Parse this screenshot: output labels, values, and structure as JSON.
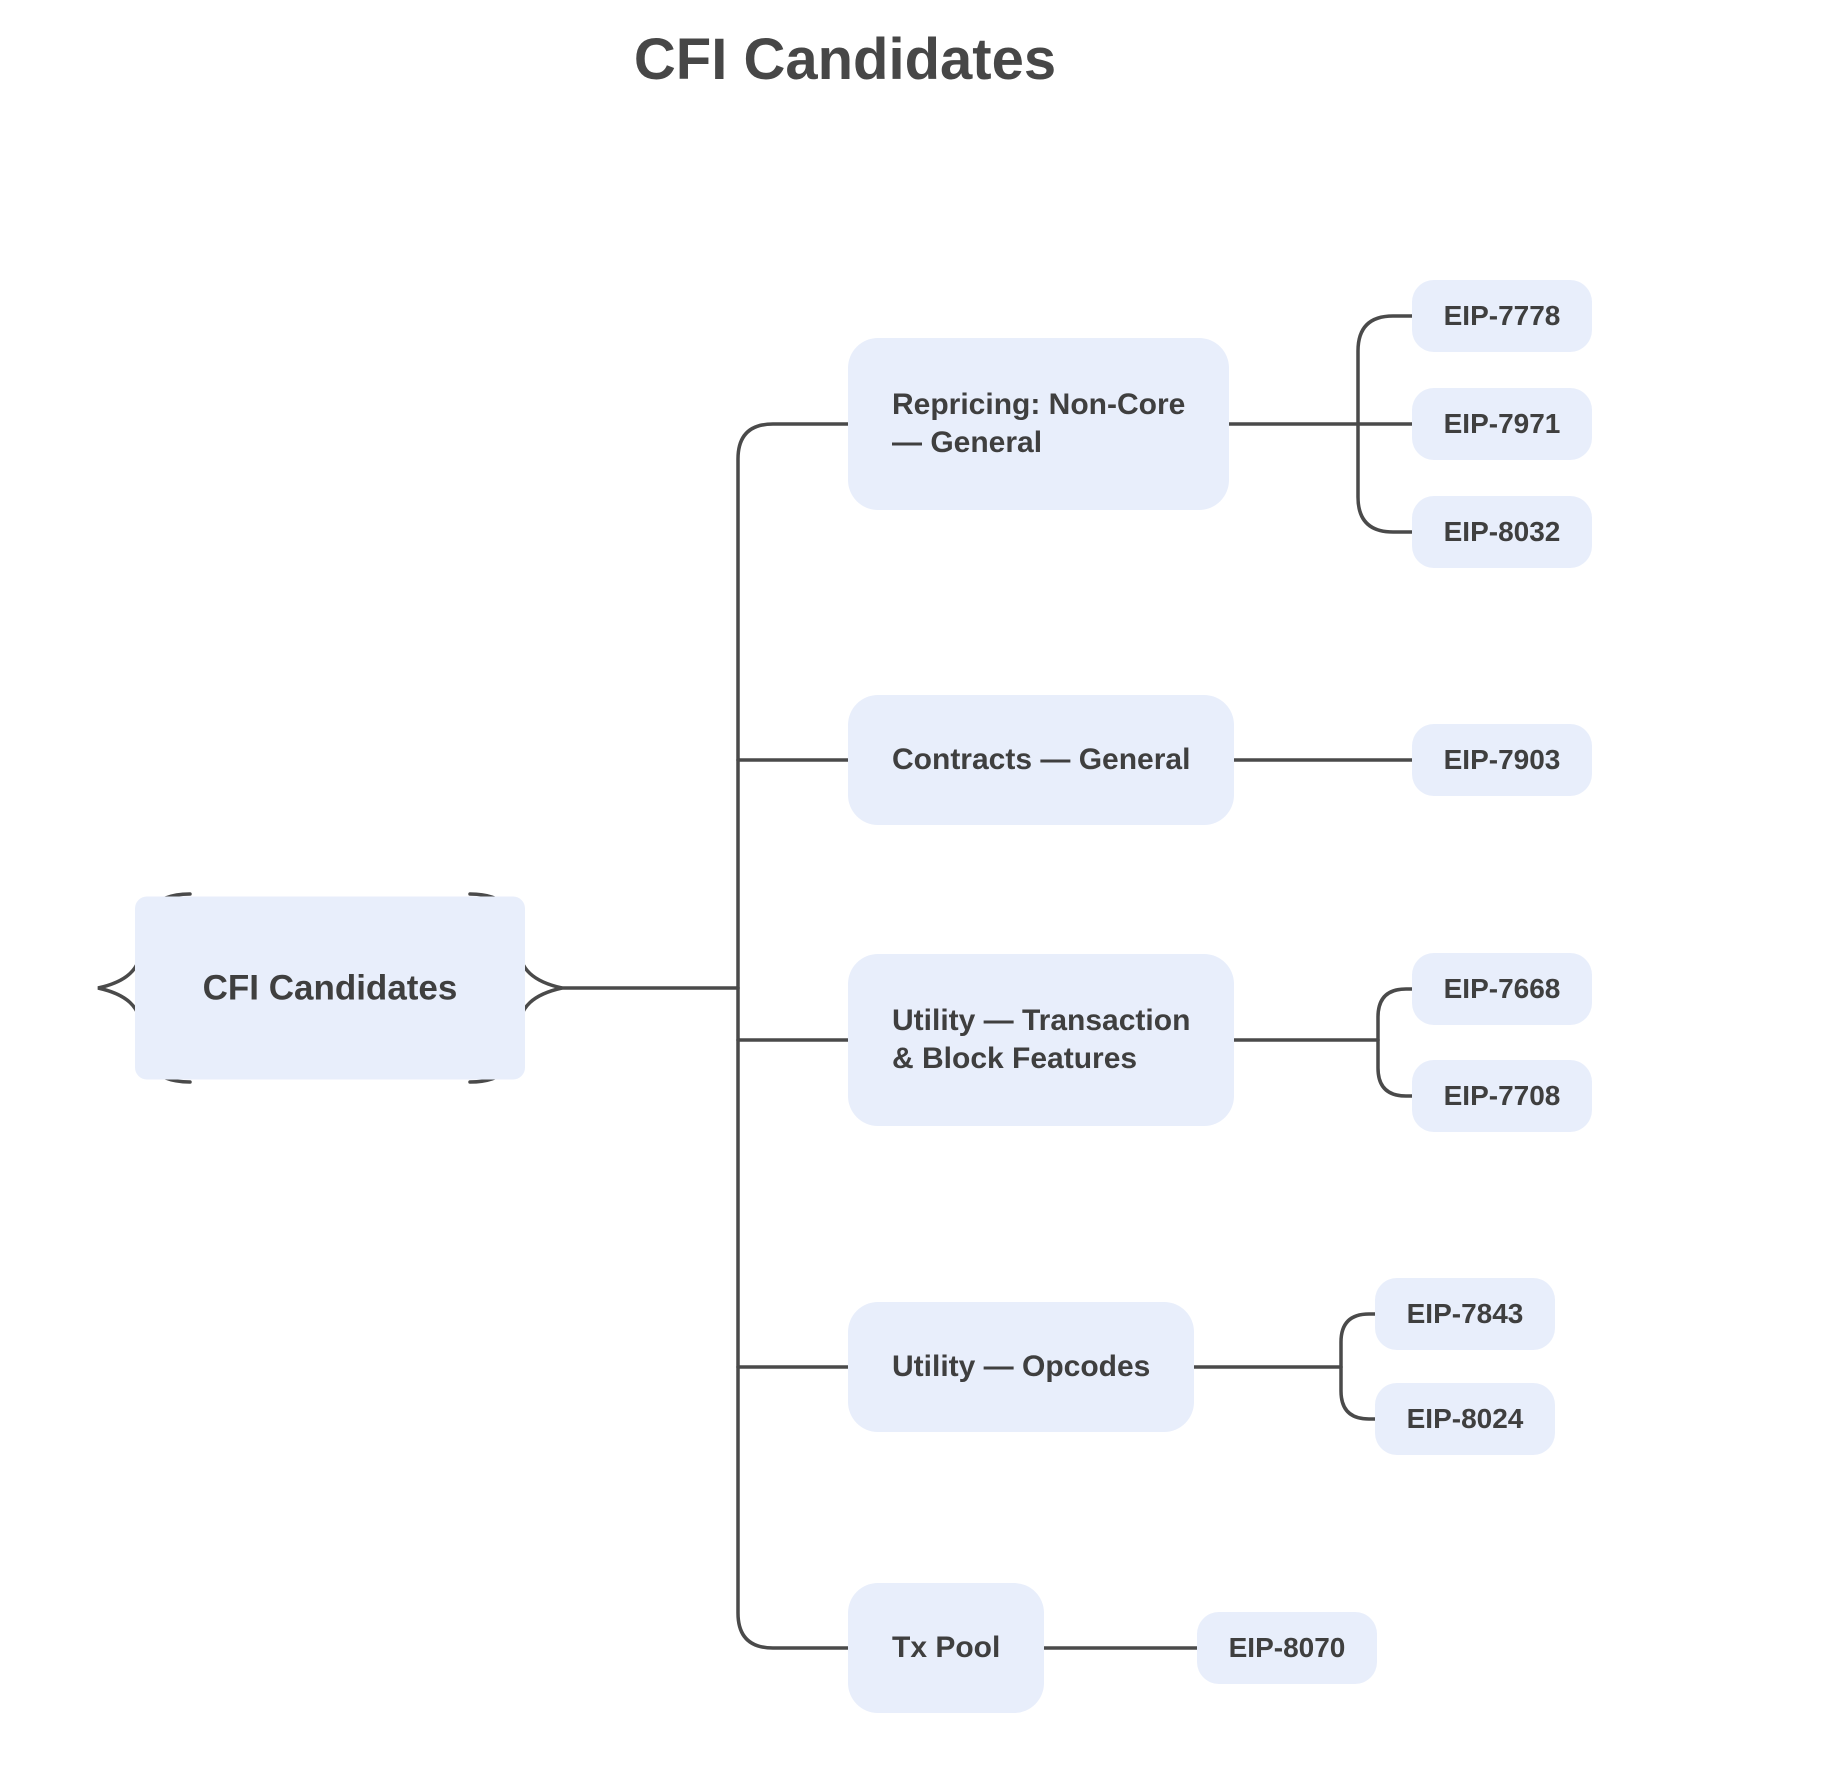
{
  "title": "CFI Candidates",
  "root": {
    "label": "CFI Candidates"
  },
  "branches": [
    {
      "label": "Repricing: Non-Core\n— General",
      "children": [
        "EIP-7778",
        "EIP-7971",
        "EIP-8032"
      ]
    },
    {
      "label": "Contracts — General",
      "children": [
        "EIP-7903"
      ]
    },
    {
      "label": "Utility — Transaction\n& Block Features",
      "children": [
        "EIP-7668",
        "EIP-7708"
      ]
    },
    {
      "label": "Utility — Opcodes",
      "children": [
        "EIP-7843",
        "EIP-8024"
      ]
    },
    {
      "label": "Tx Pool",
      "children": [
        "EIP-8070"
      ]
    }
  ],
  "colors": {
    "node_fill": "#E8EEFB",
    "line": "#4A4A4A",
    "text": "#3F3F3F",
    "background": "#FFFFFF"
  }
}
